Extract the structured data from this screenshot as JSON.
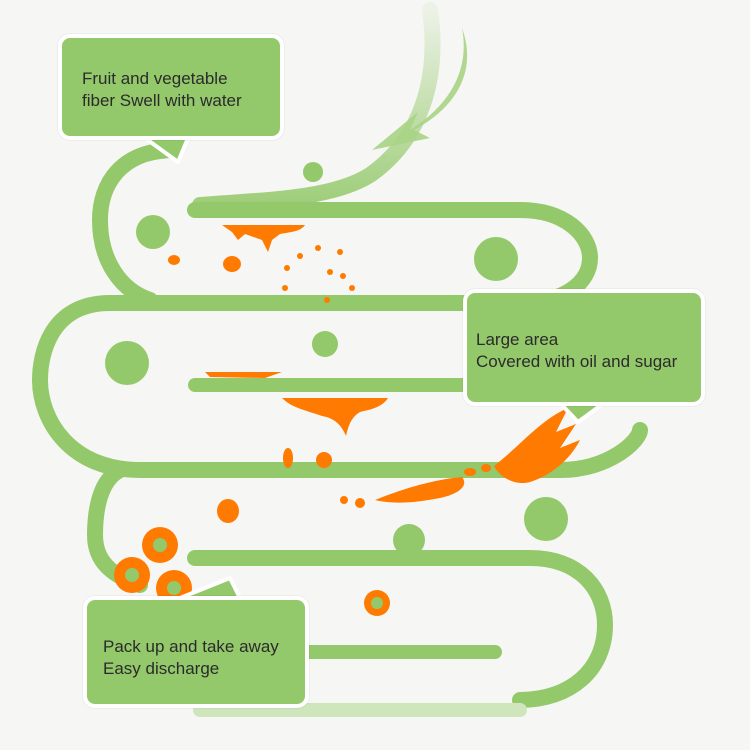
{
  "colors": {
    "background": "#f6f6f4",
    "intestine": "#94c96b",
    "intestine_faint": "#cfe6bc",
    "fat_oil": "#ff7a00",
    "callout_border": "#ffffff",
    "text": "#2b2b2b"
  },
  "icons": [
    "arrow-down-left-icon"
  ],
  "callouts": {
    "fiber": {
      "line1": "Fruit and vegetable",
      "line2": "fiber Swell with water"
    },
    "area": {
      "line1": "Large area",
      "line2": "Covered with oil and sugar"
    },
    "discharge": {
      "line1": "Pack up and take away",
      "line2": "Easy discharge"
    }
  }
}
